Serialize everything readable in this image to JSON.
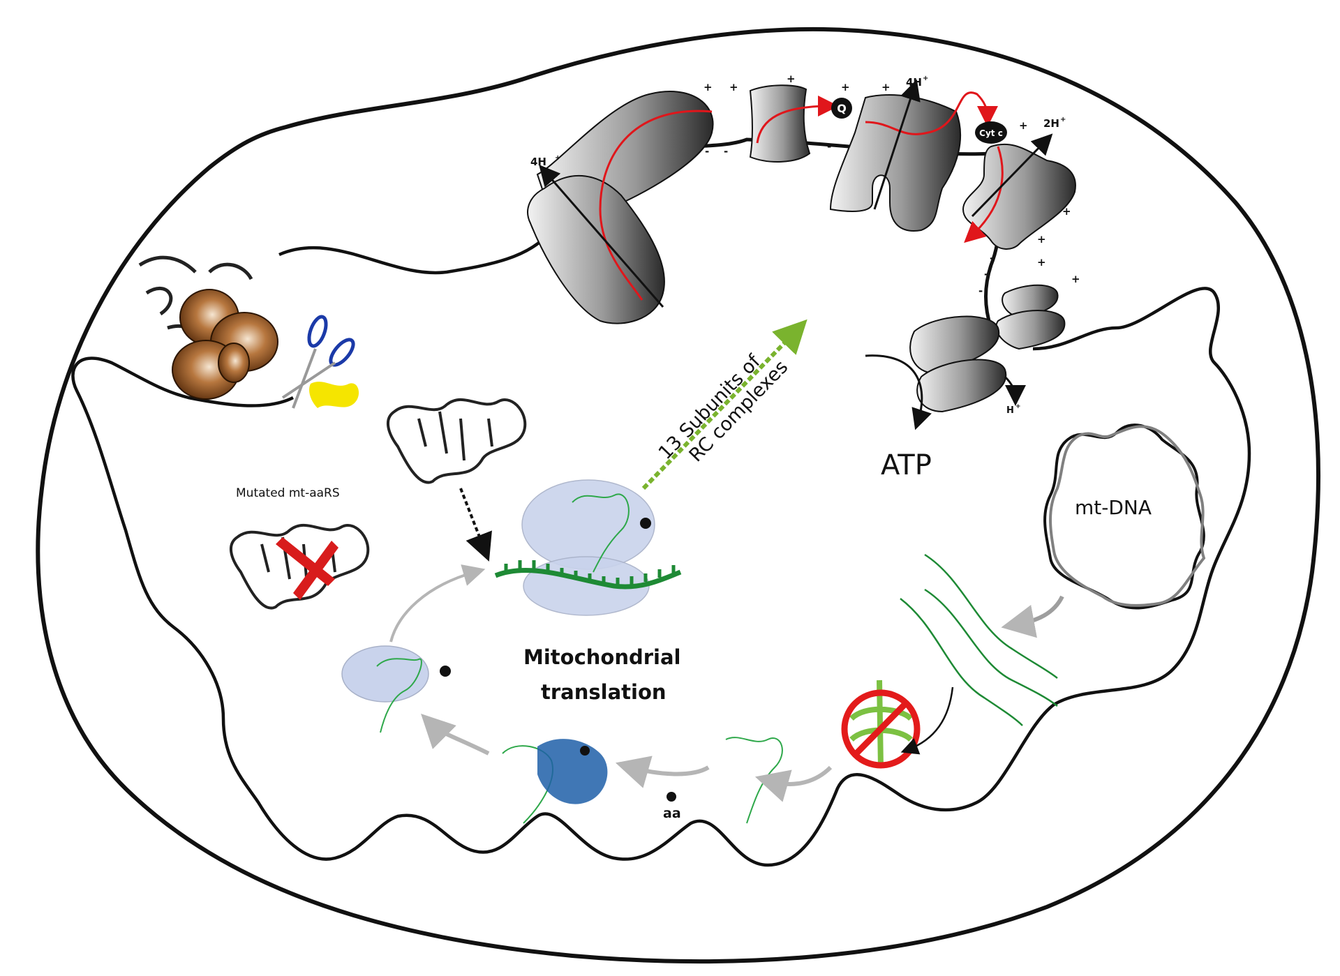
{
  "figure": {
    "title": "Mitochondrial translation and respiratory chain",
    "labels": {
      "mutated_aars": "Mutated mt-aaRS",
      "subunits_line1": "13 Subunits of",
      "subunits_line2": "RC complexes",
      "atp": "ATP",
      "mtdna": "mt-DNA",
      "translation_line1": "Mitochondrial",
      "translation_line2": "translation",
      "amino_acid": "aa",
      "quinone": "Q",
      "cytochrome_c": "Cyt c",
      "proton_complex_i": "4H",
      "proton_complex_iii": "4H",
      "proton_complex_iv": "2H",
      "proton_atp_synthase": "H",
      "superscript_plus": "+"
    },
    "charges": {
      "positive": "+",
      "negative": "-"
    },
    "colors": {
      "membrane": "#111111",
      "electron_flow": "#e0161b",
      "mrna": "#1e8a35",
      "trna": "#2ea84a",
      "tmrna_faded": "#7cc142",
      "ribosome": "#c9d3ec",
      "process_arrow": "#b5b5b5",
      "subunit_arrow": "#7ab32e",
      "prohibit_sign": "#e31b1b",
      "import_protein": "#8b5a2b",
      "presequence": "#f5e500",
      "scissors_handle": "#1b3aa8",
      "aars_enzyme": "#1f5fa8",
      "mutation_cross": "#d81c1c"
    }
  }
}
